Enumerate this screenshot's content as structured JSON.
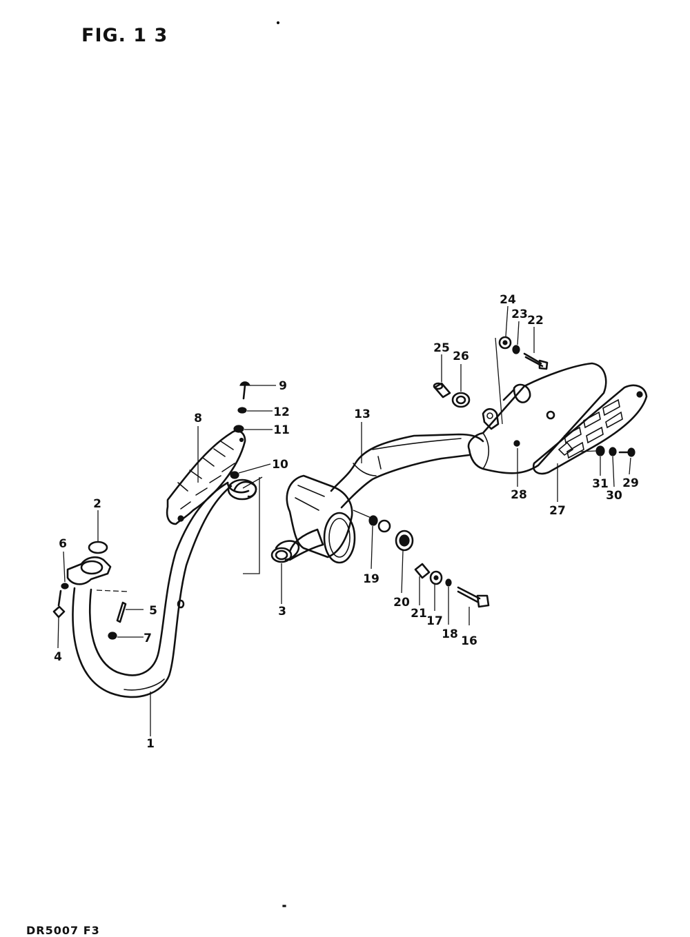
{
  "figure": {
    "title": "FIG. 1 3",
    "footer_code": "DR5007 F3"
  },
  "callouts": [
    {
      "id": "c1",
      "label": "1"
    },
    {
      "id": "c2",
      "label": "2"
    },
    {
      "id": "c3",
      "label": "3"
    },
    {
      "id": "c4",
      "label": "4"
    },
    {
      "id": "c5",
      "label": "5"
    },
    {
      "id": "c6",
      "label": "6"
    },
    {
      "id": "c7",
      "label": "7"
    },
    {
      "id": "c8",
      "label": "8"
    },
    {
      "id": "c9",
      "label": "9"
    },
    {
      "id": "c10",
      "label": "10"
    },
    {
      "id": "c11",
      "label": "11"
    },
    {
      "id": "c12",
      "label": "12"
    },
    {
      "id": "c13",
      "label": "13"
    },
    {
      "id": "c16",
      "label": "16"
    },
    {
      "id": "c17",
      "label": "17"
    },
    {
      "id": "c18",
      "label": "18"
    },
    {
      "id": "c19",
      "label": "19"
    },
    {
      "id": "c20",
      "label": "20"
    },
    {
      "id": "c21",
      "label": "21"
    },
    {
      "id": "c22",
      "label": "22"
    },
    {
      "id": "c23",
      "label": "23"
    },
    {
      "id": "c24",
      "label": "24"
    },
    {
      "id": "c25",
      "label": "25"
    },
    {
      "id": "c26",
      "label": "26"
    },
    {
      "id": "c27",
      "label": "27"
    },
    {
      "id": "c28",
      "label": "28"
    },
    {
      "id": "c29",
      "label": "29"
    },
    {
      "id": "c30",
      "label": "30"
    },
    {
      "id": "c31",
      "label": "31"
    }
  ]
}
